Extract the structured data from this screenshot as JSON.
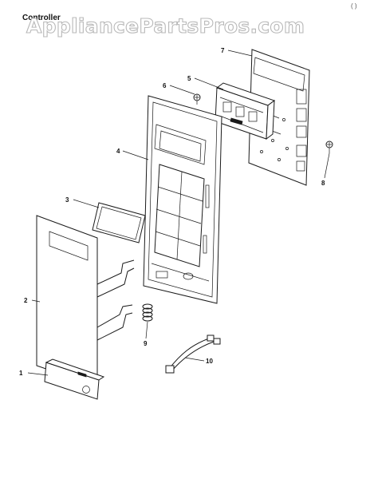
{
  "diagram": {
    "title": "Controller",
    "watermark": "AppliancePartsPros.com",
    "corner_mark": "( )",
    "callouts": [
      {
        "id": "1",
        "label": "1"
      },
      {
        "id": "2",
        "label": "2"
      },
      {
        "id": "3",
        "label": "3"
      },
      {
        "id": "4",
        "label": "4"
      },
      {
        "id": "5",
        "label": "5"
      },
      {
        "id": "6",
        "label": "6"
      },
      {
        "id": "7",
        "label": "7"
      },
      {
        "id": "8",
        "label": "8"
      },
      {
        "id": "9",
        "label": "9"
      },
      {
        "id": "10",
        "label": "10"
      }
    ]
  }
}
